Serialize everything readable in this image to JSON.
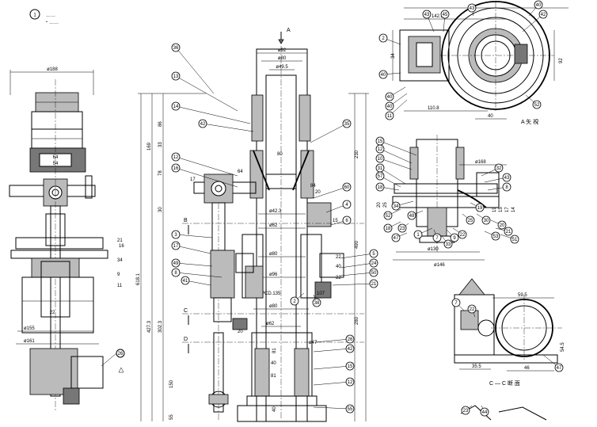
{
  "sheet": {
    "item_number": "1",
    "note_lines": [
      "……",
      "・……"
    ]
  },
  "views": {
    "section_arrow": "A",
    "a_view_title": "A 矢 視",
    "cc_title": "C — C 断 面",
    "b_mark": "B",
    "c_mark": "C",
    "d_mark": "D"
  },
  "dims": {
    "left": [
      "ø188",
      "64",
      "54",
      "16",
      "21",
      "34",
      "9",
      "11",
      "22",
      "ø155",
      "ø161"
    ],
    "center": [
      "ø92",
      "ø80",
      "ø49.5",
      "ø42.3",
      "ø62",
      "ø80",
      "ø96",
      "PCD.135",
      "ø80",
      "ø62",
      "17",
      "80",
      "64",
      "84",
      "20",
      "15",
      "22",
      "40",
      "22",
      "107",
      "ø47",
      "20",
      "40",
      "81"
    ],
    "vertical": [
      "618.1",
      "427.3",
      "302.3",
      "169",
      "78",
      "86",
      "33",
      "30",
      "55",
      "150",
      "81",
      "40",
      "230",
      "490",
      "280"
    ],
    "top_right": [
      "142.3",
      "110.8",
      "40",
      "34",
      "92"
    ],
    "mid_right": [
      "ø168",
      "ø130",
      "ø146",
      "20",
      "25",
      "19",
      "15",
      "17",
      "14"
    ],
    "cc": [
      "59.5",
      "46",
      "35.5",
      "54.5"
    ]
  },
  "balloons": {
    "center": [
      "36",
      "13",
      "14",
      "42",
      "12",
      "16",
      "3",
      "17",
      "49",
      "8",
      "41",
      "35",
      "60",
      "4",
      "6",
      "5",
      "24",
      "50",
      "2",
      "21",
      "38",
      "26",
      "42",
      "15",
      "12",
      "55"
    ],
    "left": [
      "26"
    ],
    "top_right": [
      "43",
      "45",
      "43",
      "2",
      "40",
      "40",
      "40",
      "11",
      "52",
      "42",
      "40"
    ],
    "mid_right": [
      "15",
      "12",
      "10",
      "31",
      "57",
      "18",
      "32",
      "43",
      "8",
      "34",
      "48",
      "1",
      "52",
      "23",
      "47",
      "7",
      "33",
      "9",
      "22",
      "25",
      "19",
      "30",
      "53",
      "20",
      "21",
      "51",
      "18"
    ],
    "cc": [
      "7",
      "44",
      "47",
      "22",
      "23"
    ]
  }
}
